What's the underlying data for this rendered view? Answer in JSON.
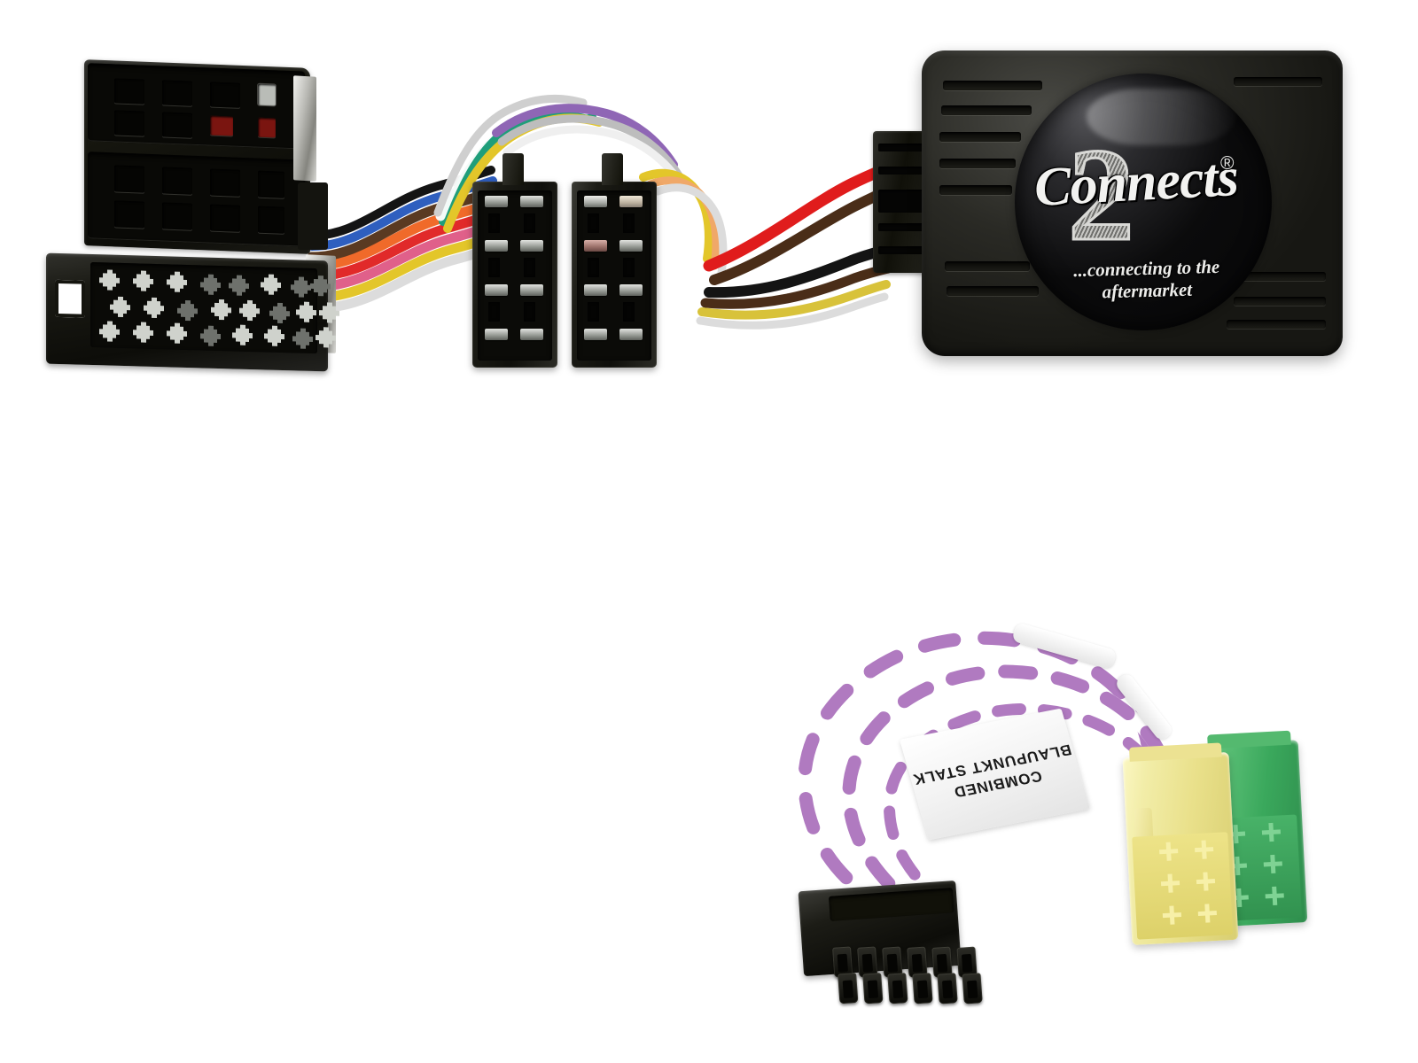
{
  "image": {
    "kind": "product-photo",
    "background_color": "#ffffff",
    "subject": "Car stereo steering wheel control interface harness"
  },
  "interface_box": {
    "brand_script": "Connects",
    "brand_numeral": "2",
    "registered_mark": "®",
    "tagline": "...connecting to the aftermarket",
    "body_color": "#1a1a15",
    "disc_color": "#080809",
    "text_color": "#f2f2f0",
    "vent_count": 7
  },
  "stalk_cable": {
    "label_line_1": "COMBINED",
    "label_line_2": "BLAUPUNKT STALK",
    "label_text_color": "#1a1a1a",
    "label_background": "#ffffff",
    "wire_colors": [
      "#b07ac0",
      "#ffffff"
    ],
    "molex_connector": {
      "color": "#14140f",
      "rows": 2,
      "columns": 6,
      "pin_count": 12
    },
    "mini_iso_connectors": [
      {
        "name": "yellow-mini-iso",
        "color": "#ece28a",
        "pin_count": 6
      },
      {
        "name": "green-mini-iso",
        "color": "#3aa85c",
        "pin_count": 6
      }
    ]
  },
  "iso_connectors": {
    "quadlock_male": {
      "color": "#14140f",
      "rows": 4,
      "columns": 4
    },
    "quadlock_female": {
      "color": "#14140f",
      "rows": 3,
      "columns": 8,
      "pin_color": "#cfd2cc"
    },
    "twin_sockets": [
      {
        "name": "iso-socket-a",
        "color": "#1b1b15",
        "rows": 4,
        "columns": 2
      },
      {
        "name": "iso-socket-b",
        "color": "#1b1b15",
        "rows": 4,
        "columns": 2
      }
    ]
  },
  "harness_wires": {
    "bundle_left": [
      "#d9d9d9",
      "#9a9a9a",
      "#8f66b5",
      "#1f9e7a",
      "#e3c62a",
      "#ffffff",
      "#f06a2a",
      "#e12a2a",
      "#e0608a",
      "#5a3a22",
      "#2f5fbf",
      "#111111"
    ],
    "bundle_right": [
      "#e01c1c",
      "#4a2d18",
      "#111111",
      "#d8c23a",
      "#f0a868",
      "#dcdcdc"
    ]
  }
}
